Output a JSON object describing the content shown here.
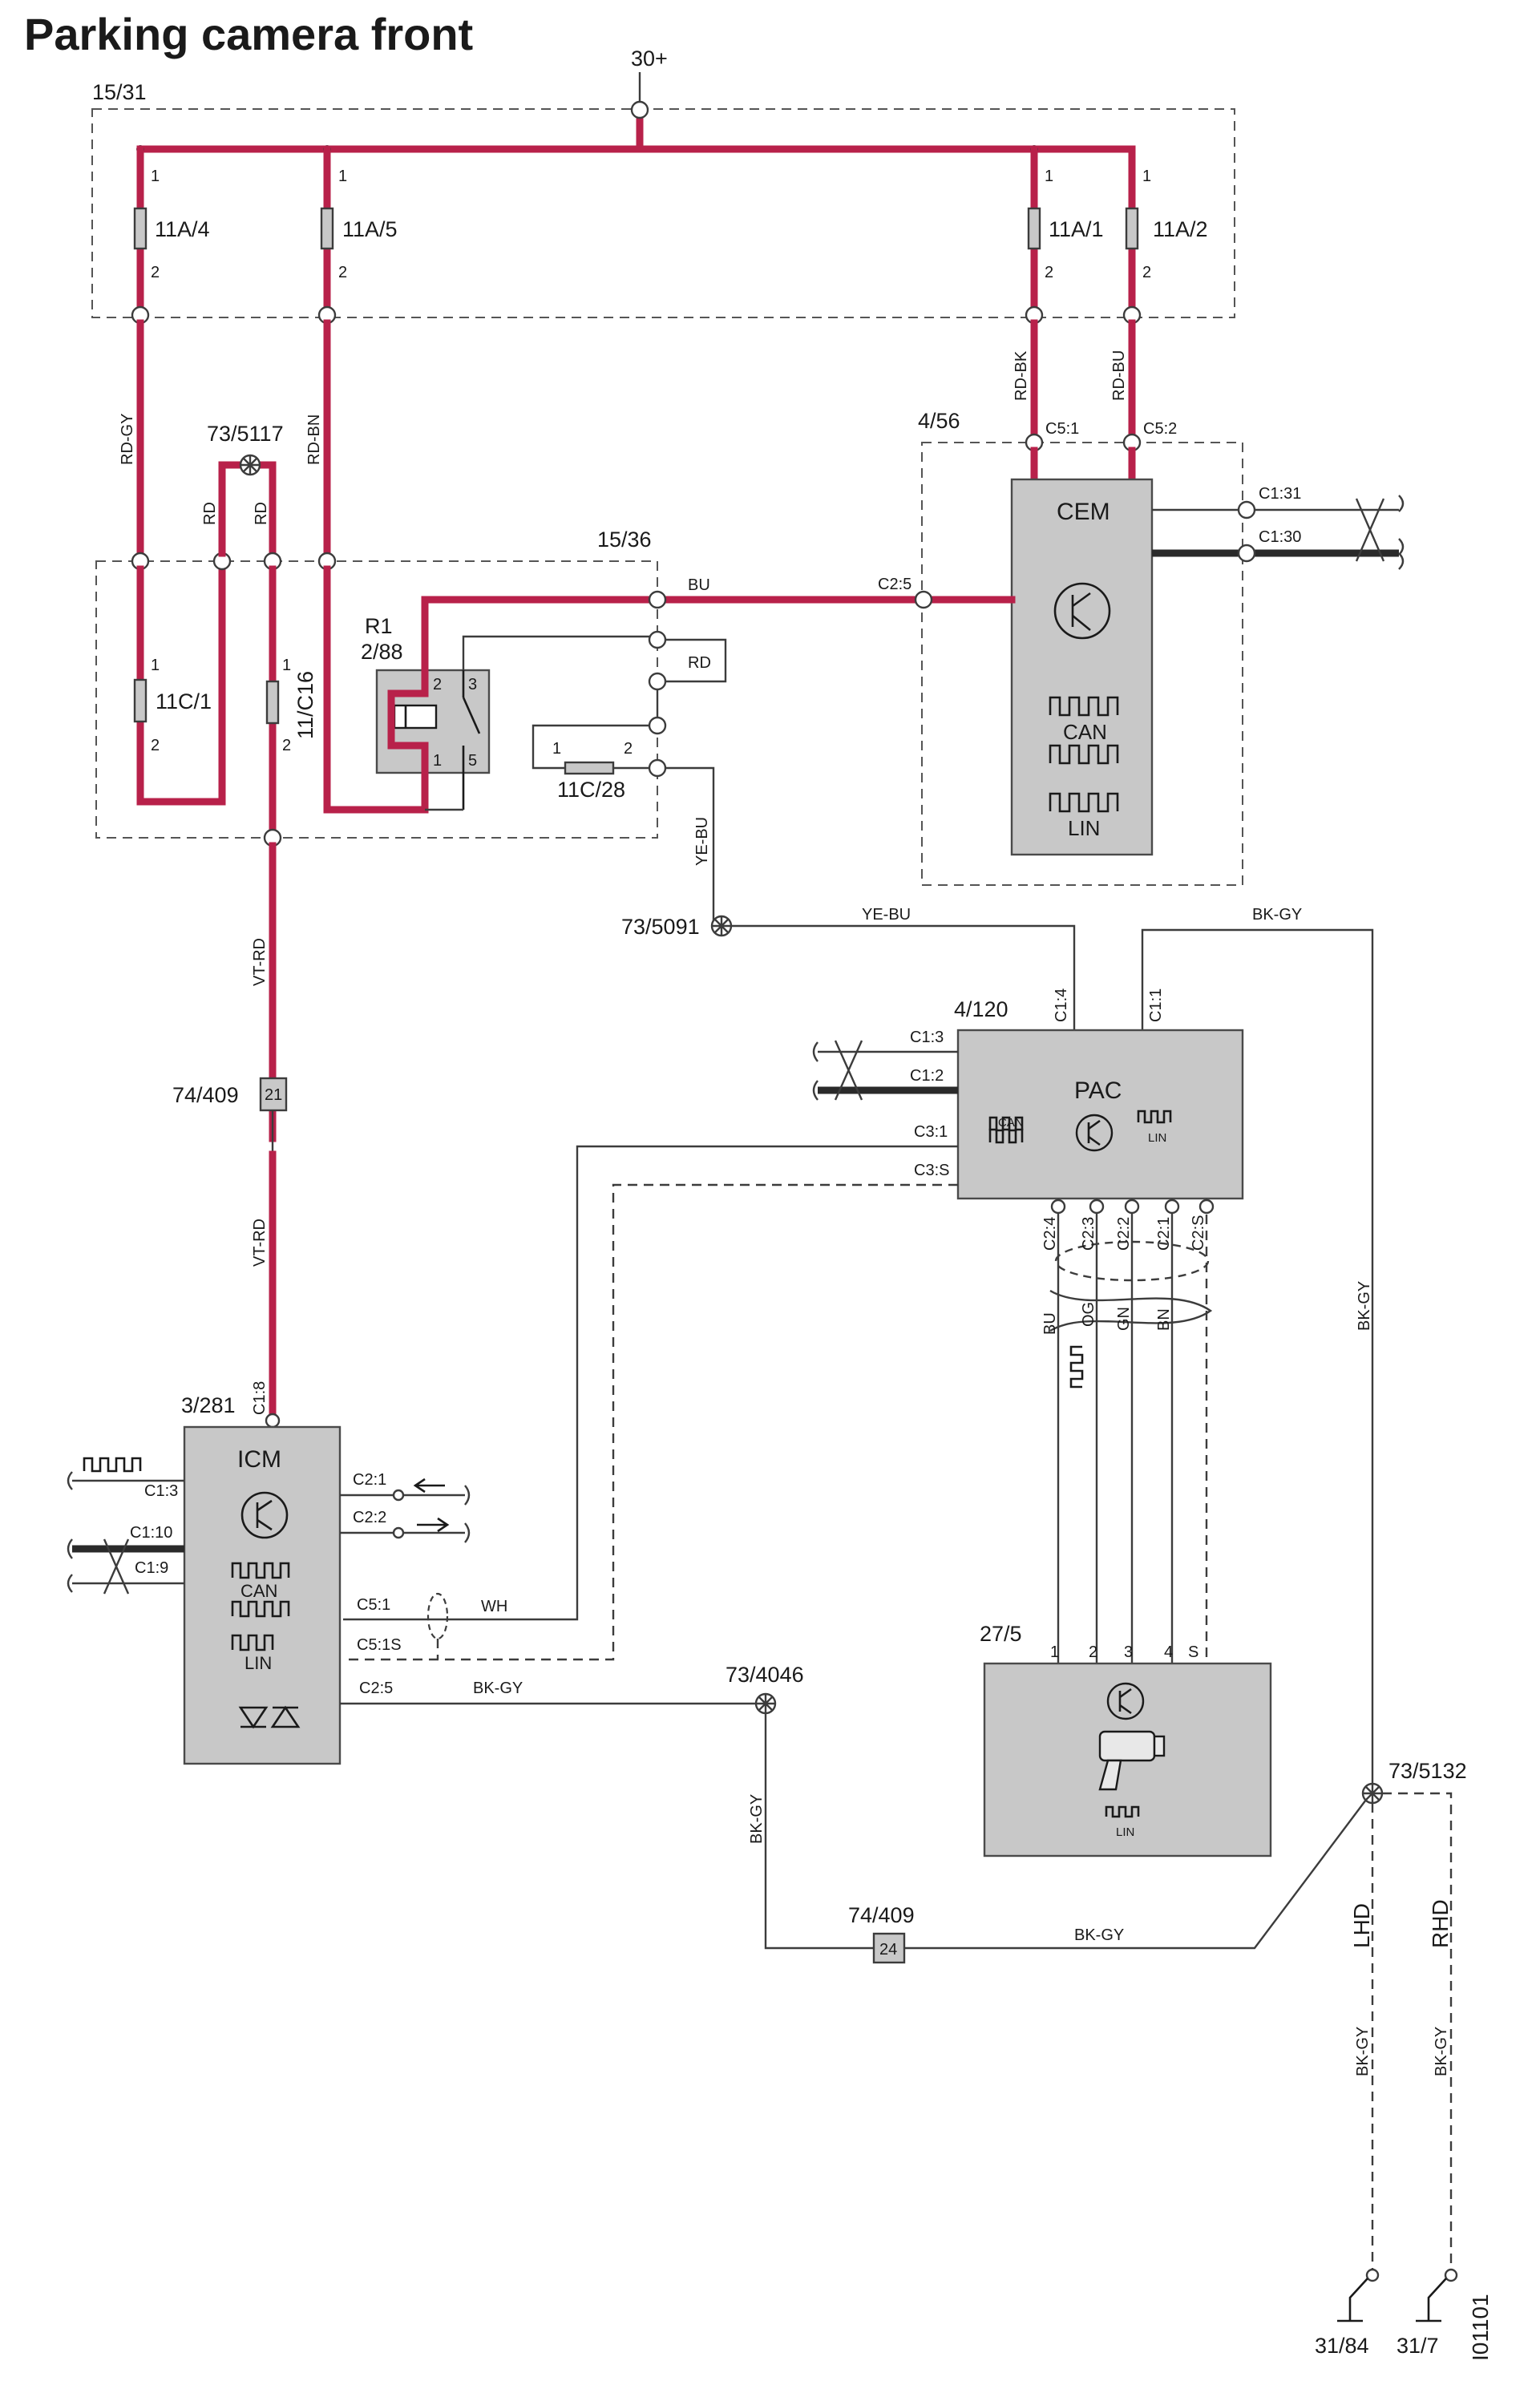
{
  "title": "Parking camera front",
  "image_code": "I01101",
  "power": {
    "supply": "30+",
    "fuse_box_top": "15/31",
    "fuse_box_mid": "15/36"
  },
  "fuses": {
    "f1": {
      "name": "11A/4",
      "pin_in": "1",
      "pin_out": "2"
    },
    "f2": {
      "name": "11A/5",
      "pin_in": "1",
      "pin_out": "2"
    },
    "f3": {
      "name": "11A/1",
      "pin_in": "1",
      "pin_out": "2"
    },
    "f4": {
      "name": "11A/2",
      "pin_in": "1",
      "pin_out": "2"
    },
    "f5": {
      "name": "11C/1",
      "pin_in": "1",
      "pin_out": "2"
    },
    "f6": {
      "name": "11/C16",
      "pin_in": "1",
      "pin_out": "2"
    },
    "f7": {
      "name": "11C/28",
      "pin_in": "1",
      "pin_out": "2"
    }
  },
  "relay": {
    "name": "R1",
    "id": "2/88",
    "pins": [
      "2",
      "3",
      "1",
      "5"
    ]
  },
  "wires": {
    "rd_gy": "RD-GY",
    "rd_bn": "RD-BN",
    "rd_bk": "RD-BK",
    "rd_bu": "RD-BU",
    "rd": "RD",
    "bu": "BU",
    "ye_bu": "YE-BU",
    "bk_gy": "BK-GY",
    "vt_rd": "VT-RD",
    "wh": "WH",
    "og": "OG",
    "gn": "GN",
    "bn": "BN"
  },
  "splices": {
    "s1": "73/5117",
    "s2": "73/5091",
    "s3": "73/4046",
    "s4": "73/5132"
  },
  "connectors": {
    "c1": "74/409",
    "c1_pin": "21",
    "c2": "74/409",
    "c2_pin": "24"
  },
  "cem": {
    "id": "4/56",
    "name": "CEM",
    "bus_can": "CAN",
    "bus_lin": "LIN",
    "pins": {
      "c5_1": "C5:1",
      "c5_2": "C5:2",
      "c1_31": "C1:31",
      "c1_30": "C1:30",
      "c2_5": "C2:5"
    }
  },
  "pac": {
    "id": "4/120",
    "name": "PAC",
    "bus_can": "CAN",
    "bus_lin": "LIN",
    "pins": {
      "c1_4": "C1:4",
      "c1_1": "C1:1",
      "c1_3": "C1:3",
      "c1_2": "C1:2",
      "c3_1": "C3:1",
      "c3_s": "C3:S",
      "c2_4": "C2:4",
      "c2_3": "C2:3",
      "c2_2": "C2:2",
      "c2_1": "C2:1",
      "c2_s": "C2:S"
    }
  },
  "icm": {
    "id": "3/281",
    "name": "ICM",
    "bus_can": "CAN",
    "bus_lin": "LIN",
    "pins": {
      "c1_8": "C1:8",
      "c1_3": "C1:3",
      "c1_10": "C1:10",
      "c1_9": "C1:9",
      "c2_1": "C2:1",
      "c2_2": "C2:2",
      "c5_1": "C5:1",
      "c5_1s": "C5:1S",
      "c2_5": "C2:5"
    }
  },
  "camera": {
    "id": "27/5",
    "bus_lin": "LIN",
    "pins": [
      "1",
      "2",
      "3",
      "4",
      "S"
    ]
  },
  "ground": {
    "lhd": "LHD",
    "rhd": "RHD",
    "g1": "31/84",
    "g2": "31/7"
  }
}
